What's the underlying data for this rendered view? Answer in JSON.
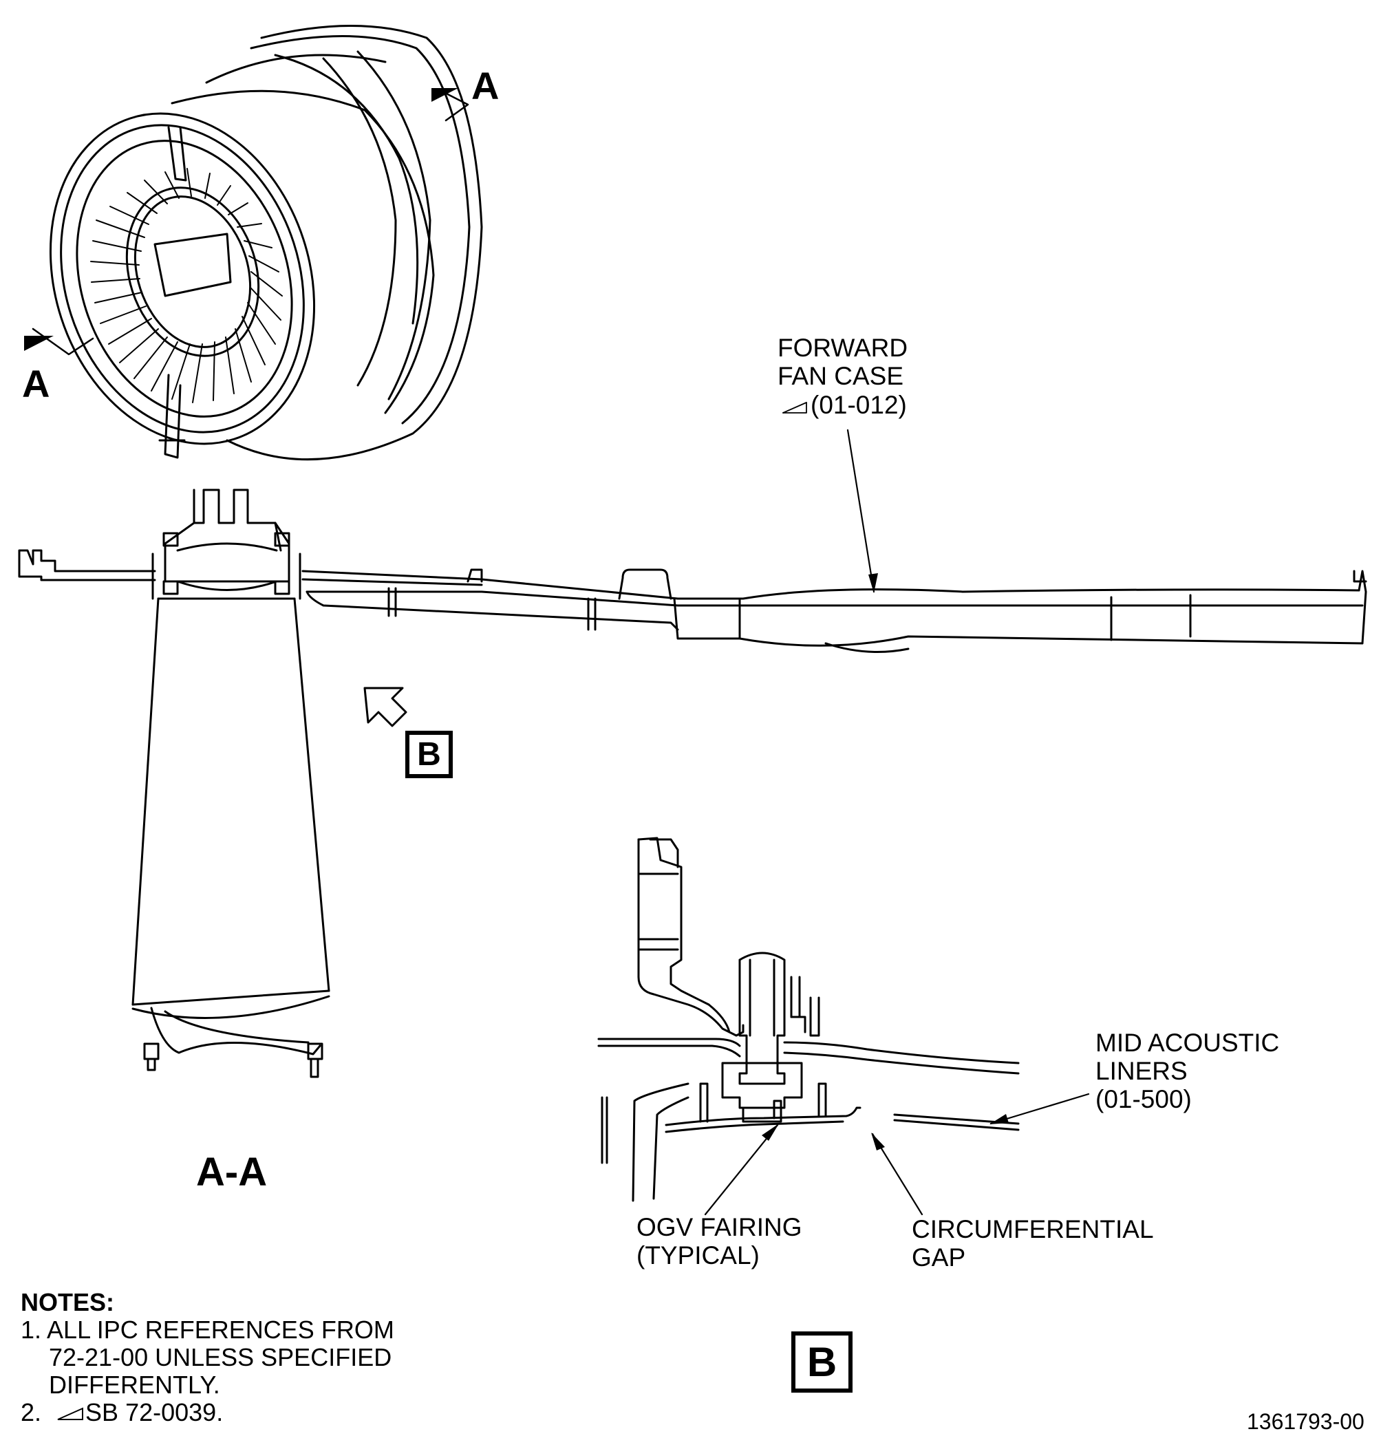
{
  "labels": {
    "forward_fan_case": [
      "FORWARD",
      "FAN CASE",
      "(01-012)"
    ],
    "mid_acoustic_liners": [
      "MID ACOUSTIC",
      "LINERS",
      "(01-500)"
    ],
    "ogv_fairing": [
      "OGV FAIRING",
      "(TYPICAL)"
    ],
    "circumferential_gap": [
      "CIRCUMFERENTIAL",
      "GAP"
    ]
  },
  "section": {
    "cut_letter": "A",
    "title": "A-A",
    "detail_ref": "B",
    "detail_title": "B"
  },
  "notes": {
    "heading": "NOTES:",
    "items": [
      {
        "num": "1.",
        "lines": [
          "ALL IPC REFERENCES FROM",
          "72-21-00 UNLESS SPECIFIED",
          "DIFFERENTLY."
        ]
      },
      {
        "num": "2.",
        "lines": [
          "SB 72-0039."
        ]
      }
    ]
  },
  "figure_id": "1361793-00",
  "colors": {
    "ink": "#000000",
    "paper": "#ffffff"
  }
}
